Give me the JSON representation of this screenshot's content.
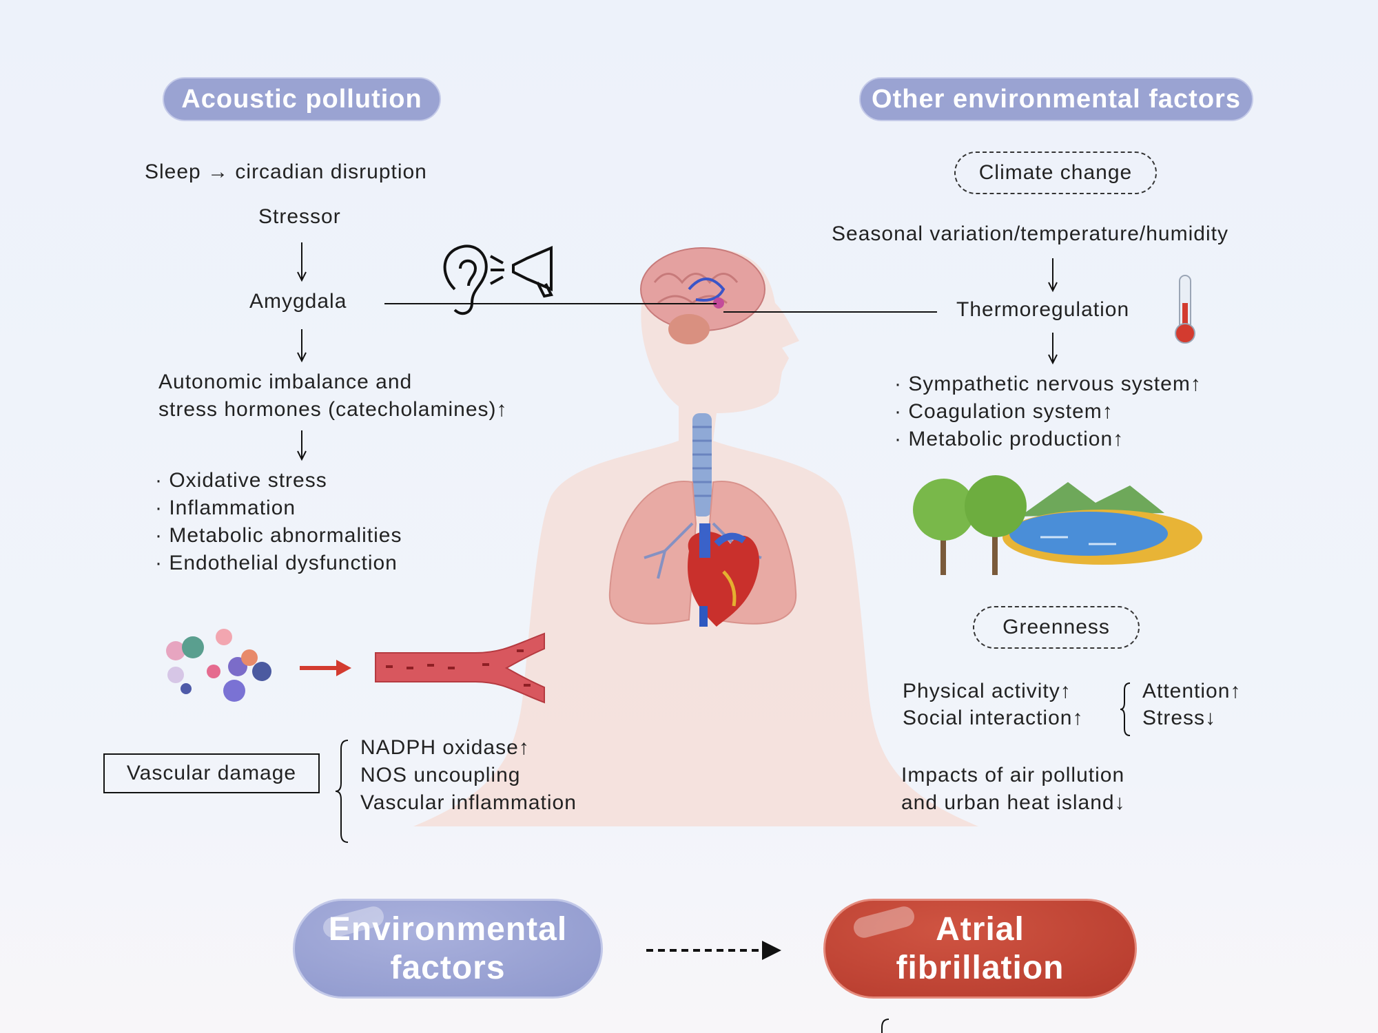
{
  "acoustic": {
    "title": "Acoustic pollution",
    "sleep": "Sleep → circadian disruption",
    "stressor": "Stressor",
    "amygdala": "Amygdala",
    "autonomic_1": "Autonomic imbalance and",
    "autonomic_2": "stress hormones (catecholamines)↑",
    "effects": [
      "· Oxidative stress",
      "· Inflammation",
      "· Metabolic abnormalities",
      "· Endothelial dysfunction"
    ],
    "vascular_damage": "Vascular damage",
    "mechanisms": [
      "NADPH oxidase↑",
      "NOS uncoupling",
      "Vascular inflammation"
    ]
  },
  "other": {
    "title": "Other environmental factors",
    "climate": "Climate change",
    "seasonal": "Seasonal variation/temperature/humidity",
    "thermo": "Thermoregulation",
    "effects": [
      "· Sympathetic nervous system↑",
      "· Coagulation system↑",
      "· Metabolic production↑"
    ],
    "greenness": "Greenness",
    "physical": "Physical activity↑",
    "social": "Social interaction↑",
    "attention": "Attention↑",
    "stress": "Stress↓",
    "impacts_1": "Impacts of air pollution",
    "impacts_2": "and urban heat island↓"
  },
  "bottom": {
    "env_1": "Environmental",
    "env_2": "factors",
    "af_1": "Atrial",
    "af_2": "fibrillation"
  },
  "colors": {
    "pill": "#9aa3d2",
    "af": "#b53a2c",
    "arrow_red": "#d33b2f",
    "body": "#f6dbd3",
    "lung": "#e8a9a2"
  }
}
